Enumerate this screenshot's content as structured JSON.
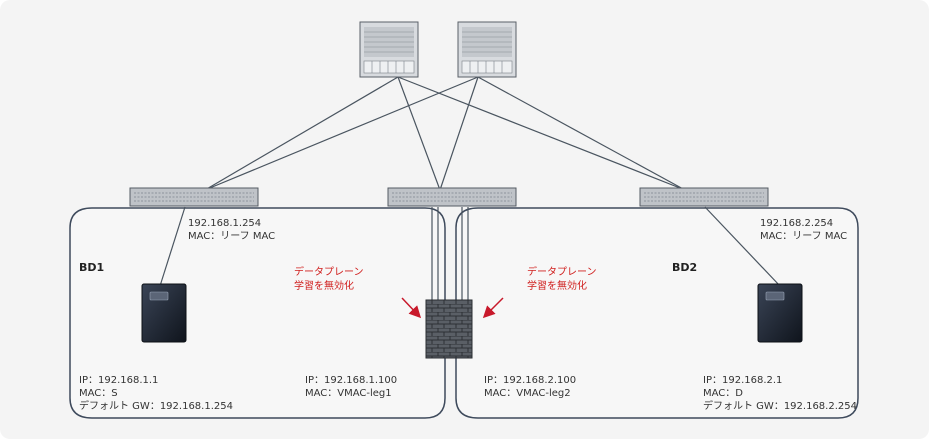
{
  "diagram": {
    "bd_left": "BD1",
    "bd_right": "BD2",
    "leaf_left_ip": "192.168.1.254",
    "leaf_left_mac": "MAC：リーフ MAC",
    "leaf_right_ip": "192.168.2.254",
    "leaf_right_mac": "MAC：リーフ MAC",
    "note_left_line1": "データプレーン",
    "note_left_line2": "学習を無効化",
    "note_right_line1": "データプレーン",
    "note_right_line2": "学習を無効化",
    "host1_ip": "IP：192.168.1.1",
    "host1_mac": "MAC：S",
    "host1_gw": "デフォルト GW：192.168.1.254",
    "fw_leg1_ip": "IP：192.168.1.100",
    "fw_leg1_mac": "MAC：VMAC-leg1",
    "fw_leg2_ip": "IP：192.168.2.100",
    "fw_leg2_mac": "MAC：VMAC-leg2",
    "host2_ip": "IP：192.168.2.1",
    "host2_mac": "MAC：D",
    "host2_gw": "デフォルト GW：192.168.2.254"
  },
  "colors": {
    "link": "#4a5560",
    "arrow": "#c8192b",
    "note": "#d0201f",
    "server": "#1e2430"
  }
}
